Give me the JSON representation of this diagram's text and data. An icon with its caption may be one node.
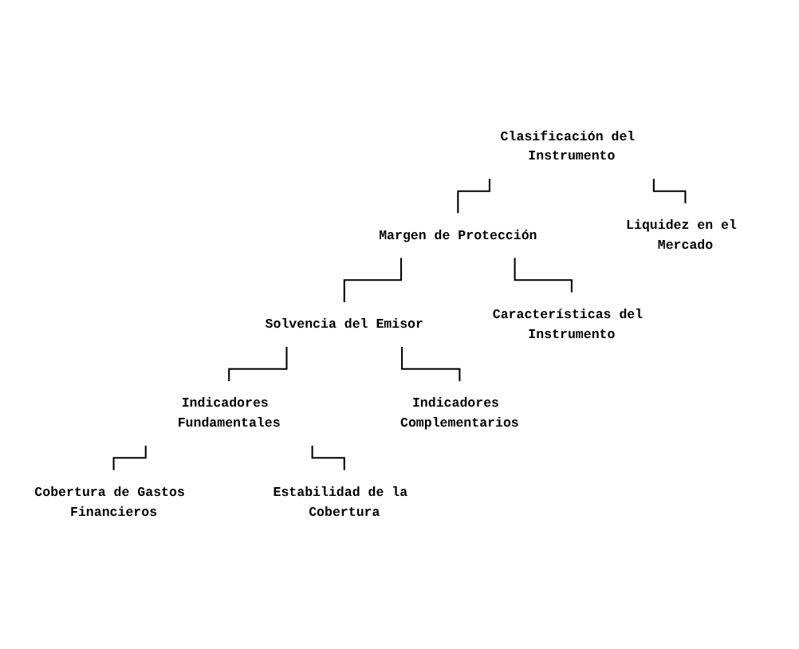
{
  "diagram": {
    "nodes": [
      {
        "text": [
          "Clasificación del Instrumento"
        ]
      },
      {
        "text": [
          "Margen de Protección"
        ]
      },
      {
        "text": [
          "Liquidez en el Mercado"
        ]
      },
      {
        "text": [
          "Solvencia del Emisor"
        ]
      },
      {
        "text": [
          "Características del Instrumento"
        ]
      },
      {
        "text": [
          "Indicadores Fundamentales"
        ]
      },
      {
        "text": [
          "Indicadores Complementarios"
        ]
      },
      {
        "text": [
          "Cobertura de Gastos Financieros"
        ]
      },
      {
        "text": [
          "Estabilidad de la Cobertura"
        ]
      }
    ],
    "edges": [
      {
        "from": 0,
        "to": 1,
        "arrow": "none"
      },
      {
        "from": 0,
        "to": 2,
        "arrow": "none"
      },
      {
        "from": 1,
        "to": 3,
        "arrow": "none"
      },
      {
        "from": 1,
        "to": 4,
        "arrow": "none"
      },
      {
        "from": 3,
        "to": 5,
        "arrow": "none"
      },
      {
        "from": 3,
        "to": 6,
        "arrow": "none"
      },
      {
        "from": 5,
        "to": 7,
        "arrow": "none"
      },
      {
        "from": 5,
        "to": 8,
        "arrow": "none"
      }
    ]
  }
}
